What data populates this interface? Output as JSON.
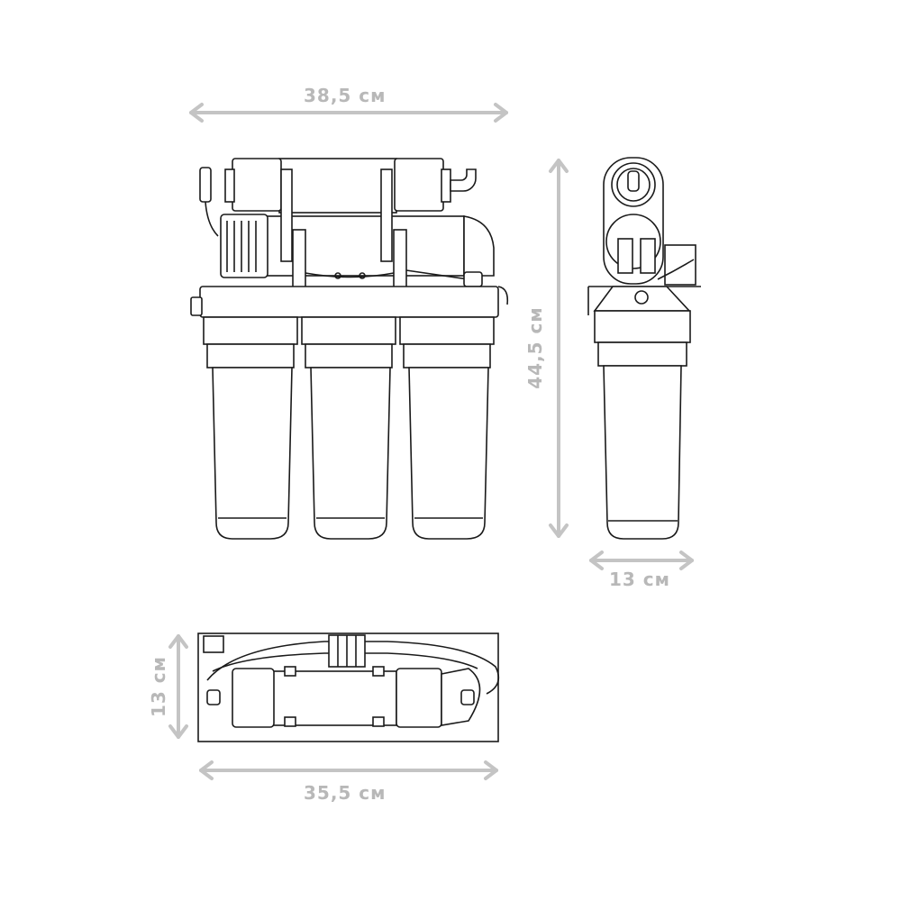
{
  "dimensions": {
    "front_width": "38,5 см",
    "height": "44,5 см",
    "side_depth": "13 см",
    "top_depth": "13 см",
    "top_width": "35,5 см"
  },
  "colors": {
    "dimension": "#b8b8b8",
    "line": "#1a1a1a"
  }
}
